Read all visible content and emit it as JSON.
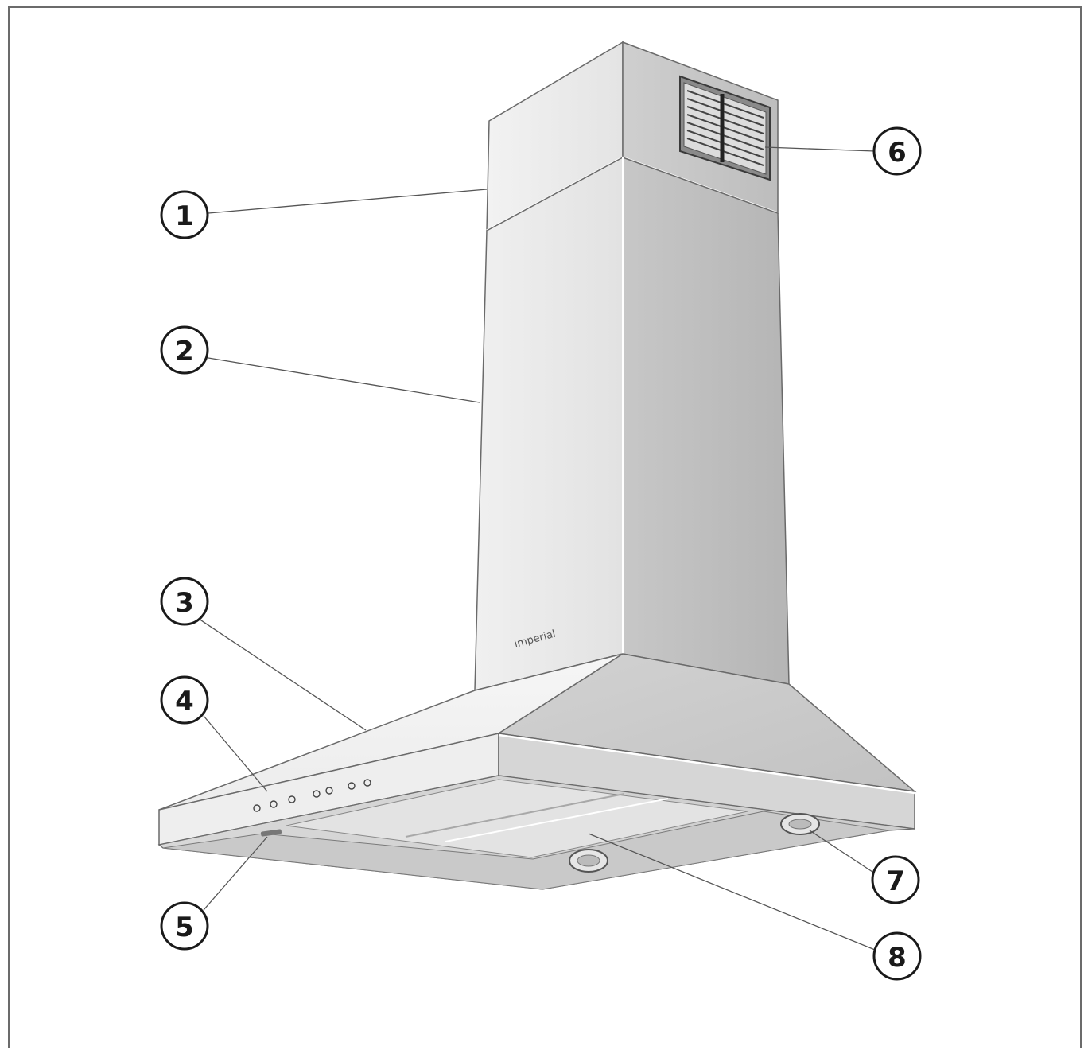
{
  "brand_label": "imperial",
  "callouts": [
    {
      "label": "1"
    },
    {
      "label": "2"
    },
    {
      "label": "3"
    },
    {
      "label": "4"
    },
    {
      "label": "5"
    },
    {
      "label": "6"
    },
    {
      "label": "7"
    },
    {
      "label": "8"
    }
  ]
}
